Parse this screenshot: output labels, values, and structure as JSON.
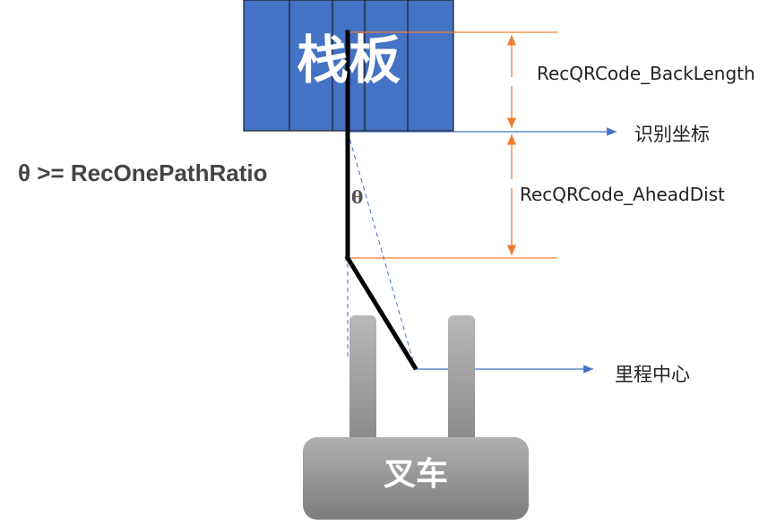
{
  "pallet": {
    "label": "栈板"
  },
  "forklift": {
    "label": "叉车"
  },
  "angle": {
    "symbol": "θ"
  },
  "condition": {
    "text": "θ >= RecOnePathRatio"
  },
  "labels": {
    "back_length": "RecQRCode_BackLength",
    "ahead_dist": "RecQRCode_AheadDist",
    "recognition_coord": "识别坐标",
    "odometry_center": "里程中心"
  },
  "colors": {
    "pallet_fill": "#4472c4",
    "pallet_stroke": "#1f1f1f",
    "dimension_orange": "#ed7d31",
    "arrow_blue": "#4472c4",
    "path_black": "#000000",
    "fork_gray": "#a6a6a6"
  }
}
